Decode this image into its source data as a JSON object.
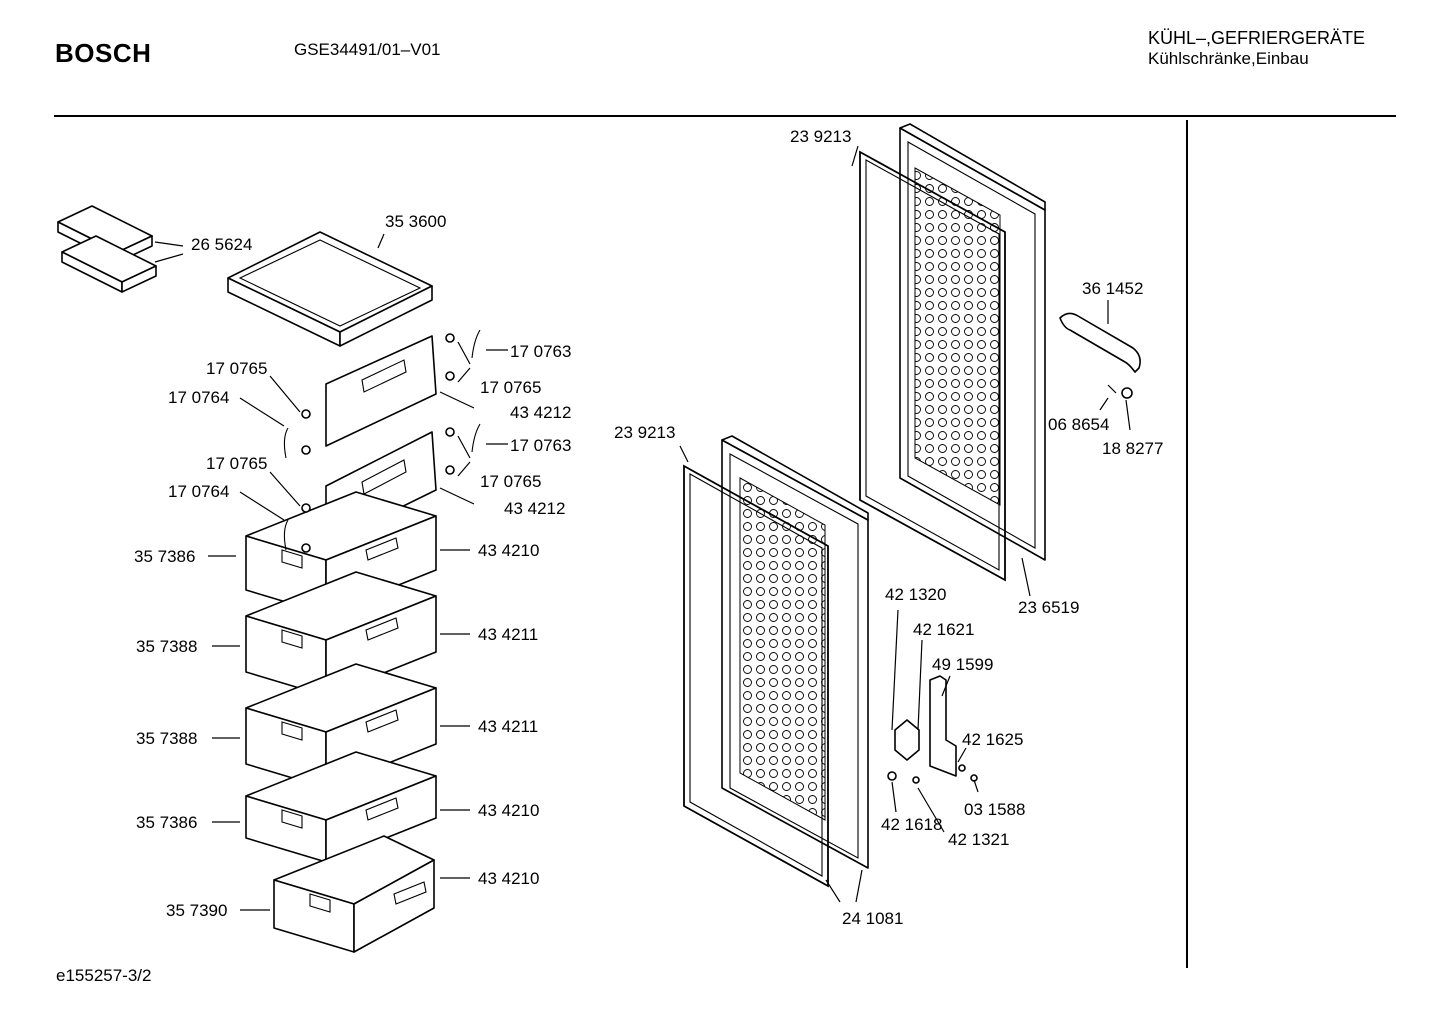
{
  "header": {
    "brand": "BOSCH",
    "model": "GSE34491/01–V01",
    "category_line1": "KÜHL–,GEFRIERGERÄTE",
    "category_line2": "Kühlschränke,Einbau"
  },
  "footer": {
    "drawing_id": "e155257-3/2"
  },
  "parts": {
    "door_gasket_upper": "23 9213",
    "door_gasket_lower": "23 9213",
    "door_inner_upper": "23 6519",
    "door_inner_lower": "24 1081",
    "handle": "36 1452",
    "handle_screw": "06 8654",
    "handle_cap": "18 8277",
    "ice_pack": "26 5624",
    "shelf": "35 3600",
    "hinge_pin_1": "17 0763",
    "hinge_bushing_1": "17 0765",
    "flap_1": "43 4212",
    "flap_pin_left_1": "17 0765",
    "flap_spring_left_1": "17 0764",
    "hinge_pin_2": "17 0763",
    "hinge_bushing_2": "17 0765",
    "flap_2": "43 4212",
    "flap_pin_left_2": "17 0765",
    "flap_spring_left_2": "17 0764",
    "drawer_1_front": "43 4210",
    "drawer_1_body": "35 7386",
    "drawer_2_front": "43 4211",
    "drawer_2_body": "35 7388",
    "drawer_3_front": "43 4211",
    "drawer_3_body": "35 7388",
    "drawer_4_front": "43 4210",
    "drawer_4_body": "35 7386",
    "drawer_5_front": "43 4210",
    "drawer_5_body": "35 7390",
    "hinge_bracket": "42 1320",
    "hinge_plate": "42 1621",
    "hinge_angle": "49 1599",
    "hinge_screw": "42 1625",
    "hinge_washer": "03 1588",
    "hinge_cap": "42 1618",
    "hinge_nut": "42 1321"
  }
}
